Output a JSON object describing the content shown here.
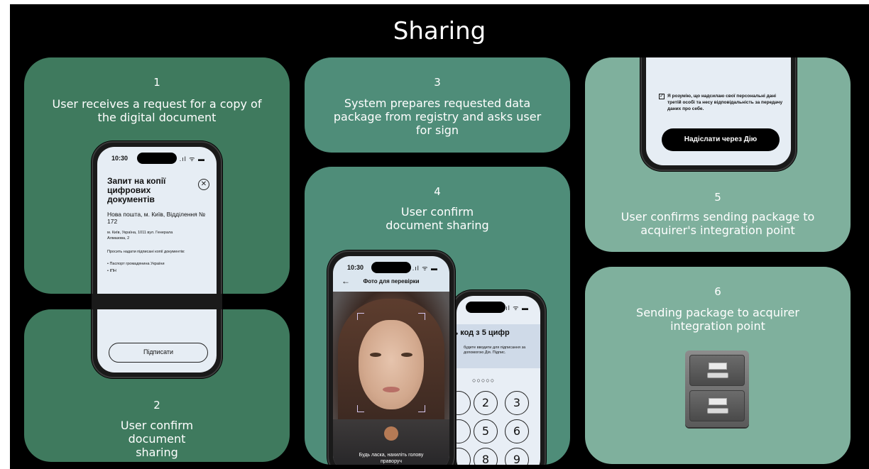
{
  "title": "Sharing",
  "steps": [
    {
      "num": "1",
      "text": "User receives a request for a copy of the digital document"
    },
    {
      "num": "2",
      "text": "User confirm document sharing"
    },
    {
      "num": "3",
      "text": "System prepares requested data package from registry and asks user for sign"
    },
    {
      "num": "4",
      "text": "User confirm document sharing"
    },
    {
      "num": "5",
      "text": "User confirms sending package to acquirer's integration point"
    },
    {
      "num": "6",
      "text": "Sending package to acquirer integration point"
    }
  ],
  "phone1": {
    "time": "10:30",
    "heading": "Запит на копії цифрових документів",
    "org": "Нова пошта, м. Київ, Відділення № 172",
    "address": "м. Київ, Україна, 1011 вул. Генерала Алмазова, 2",
    "request": "Просить надати підписані копії документів:",
    "doc1": "• Паспорт громадянина України",
    "doc2": "• ІПН",
    "sign_button": "Підписати"
  },
  "phone4a": {
    "time": "10:30",
    "header": "Фото для перевірки",
    "hint": "Будь ласка, нахиліть голову праворуч"
  },
  "phone4b": {
    "heading": "ть код з 5 цифр",
    "sub": "будете вводити для підписання за допомогою Дія. Підпис.",
    "dots": "○○○○○",
    "keys": [
      "2",
      "3",
      "5",
      "6",
      "8",
      "9"
    ]
  },
  "phone5": {
    "consent": "Я розумію, що надсилаю свої персональні дані третій особі та несу відповідальність за передачу даних про себе.",
    "send_button": "Надіслати через Дію"
  },
  "colors": {
    "card_dark": "#3f7a5e",
    "card_mid": "#4f8d79",
    "card_light": "#7fb09d",
    "background": "#000000"
  },
  "icons": {
    "cabinet": "file-cabinet-icon",
    "close": "close-circle-icon",
    "back": "back-arrow-icon"
  }
}
